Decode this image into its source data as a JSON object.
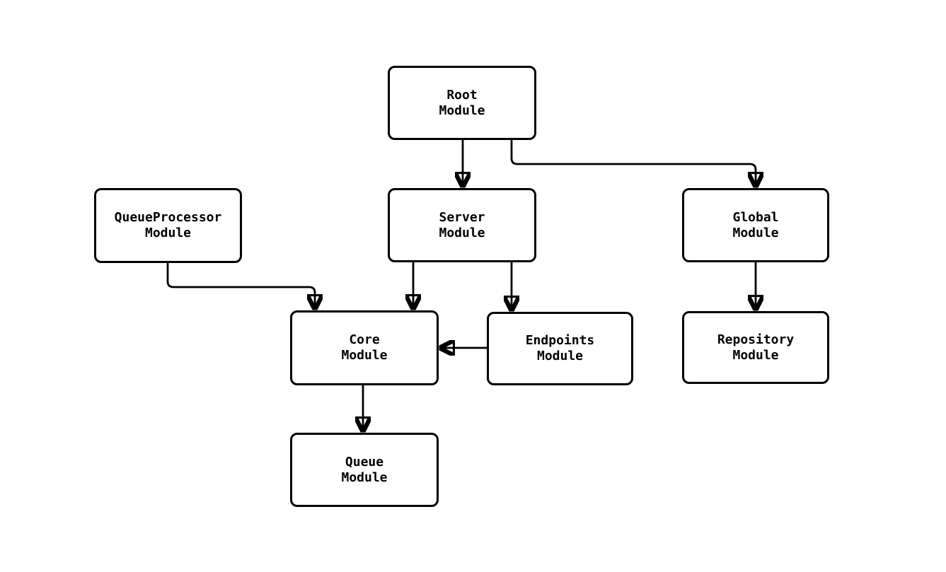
{
  "diagram": {
    "type": "flowchart",
    "background_color": "#ffffff",
    "node_fill_color": "#ffffff",
    "node_border_color": "#000000",
    "edge_color": "#000000",
    "text_color": "#000000"
  },
  "nodes": [
    {
      "id": "root",
      "label": "Root Module",
      "line1": "Root",
      "line2": "Module"
    },
    {
      "id": "queueprocessor",
      "label": "QueueProcessor Module",
      "line1": "QueueProcessor",
      "line2": "Module"
    },
    {
      "id": "server",
      "label": "Server Module",
      "line1": "Server",
      "line2": "Module"
    },
    {
      "id": "global",
      "label": "Global Module",
      "line1": "Global",
      "line2": "Module"
    },
    {
      "id": "core",
      "label": "Core Module",
      "line1": "Core",
      "line2": "Module"
    },
    {
      "id": "endpoints",
      "label": "Endpoints Module",
      "line1": "Endpoints",
      "line2": "Module"
    },
    {
      "id": "repository",
      "label": "Repository Module",
      "line1": "Repository",
      "line2": "Module"
    },
    {
      "id": "queue",
      "label": "Queue Module",
      "line1": "Queue",
      "line2": "Module"
    }
  ],
  "edges": [
    {
      "from": "Root Module",
      "to": "Server Module"
    },
    {
      "from": "Root Module",
      "to": "Global Module"
    },
    {
      "from": "QueueProcessor Module",
      "to": "Core Module"
    },
    {
      "from": "Server Module",
      "to": "Core Module"
    },
    {
      "from": "Server Module",
      "to": "Endpoints Module"
    },
    {
      "from": "Endpoints Module",
      "to": "Core Module"
    },
    {
      "from": "Global Module",
      "to": "Repository Module"
    },
    {
      "from": "Core Module",
      "to": "Queue Module"
    }
  ]
}
